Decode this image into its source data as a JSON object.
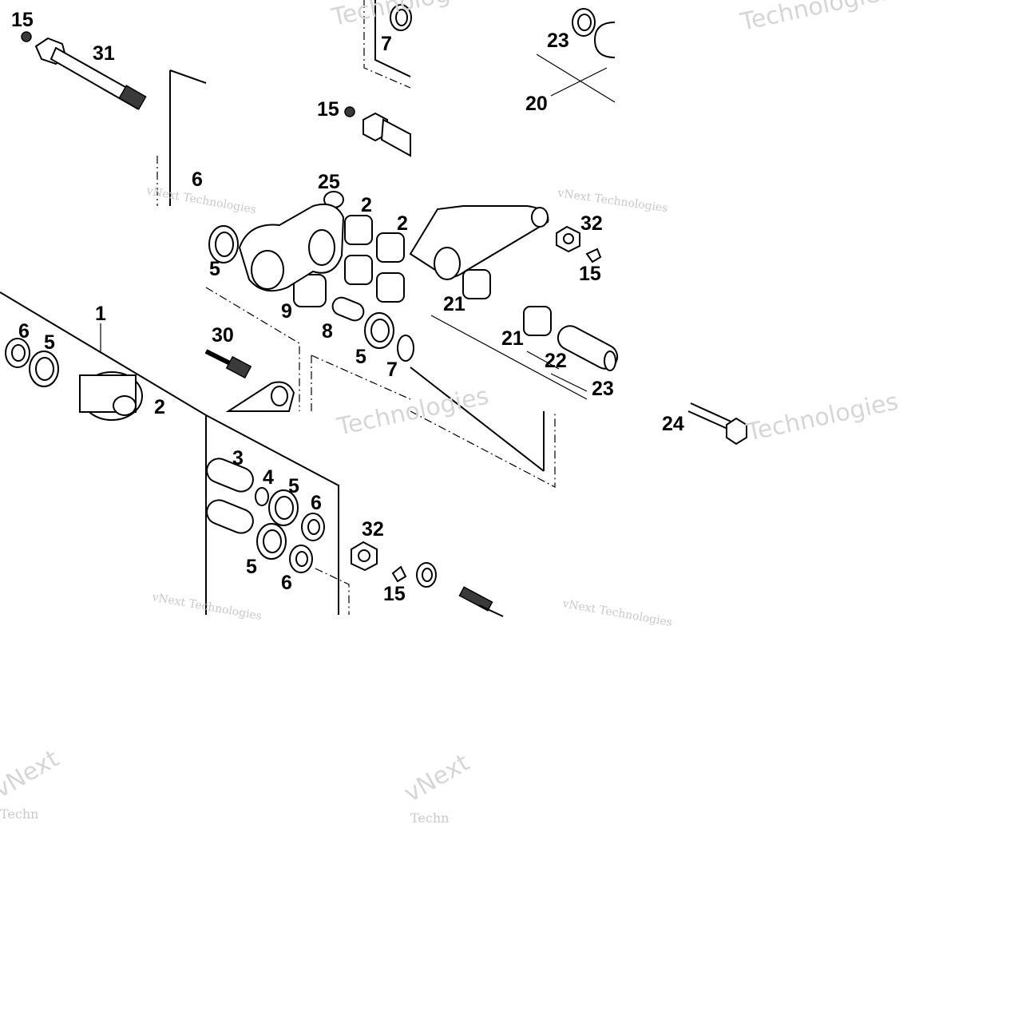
{
  "callouts": [
    {
      "id": "c15a",
      "text": "15"
    },
    {
      "id": "c31",
      "text": "31"
    },
    {
      "id": "c7a",
      "text": "7"
    },
    {
      "id": "c15b",
      "text": "15"
    },
    {
      "id": "c23a",
      "text": "23"
    },
    {
      "id": "c20",
      "text": "20"
    },
    {
      "id": "c6a",
      "text": "6"
    },
    {
      "id": "c25",
      "text": "25"
    },
    {
      "id": "c2a",
      "text": "2"
    },
    {
      "id": "c2b",
      "text": "2"
    },
    {
      "id": "c32a",
      "text": "32"
    },
    {
      "id": "c15c",
      "text": "15"
    },
    {
      "id": "c5a",
      "text": "5"
    },
    {
      "id": "c9",
      "text": "9"
    },
    {
      "id": "c8",
      "text": "8"
    },
    {
      "id": "c21a",
      "text": "21"
    },
    {
      "id": "c21b",
      "text": "21"
    },
    {
      "id": "c1",
      "text": "1"
    },
    {
      "id": "c6b",
      "text": "6"
    },
    {
      "id": "c5b",
      "text": "5"
    },
    {
      "id": "c30",
      "text": "30"
    },
    {
      "id": "c5c",
      "text": "5"
    },
    {
      "id": "c7b",
      "text": "7"
    },
    {
      "id": "c22",
      "text": "22"
    },
    {
      "id": "c23b",
      "text": "23"
    },
    {
      "id": "c2c",
      "text": "2"
    },
    {
      "id": "c24",
      "text": "24"
    },
    {
      "id": "c3",
      "text": "3"
    },
    {
      "id": "c4",
      "text": "4"
    },
    {
      "id": "c5d",
      "text": "5"
    },
    {
      "id": "c6c",
      "text": "6"
    },
    {
      "id": "c32b",
      "text": "32"
    },
    {
      "id": "c5e",
      "text": "5"
    },
    {
      "id": "c6d",
      "text": "6"
    },
    {
      "id": "c15d",
      "text": "15"
    }
  ],
  "watermarks": {
    "small": "vNext Technologies",
    "big": "Technologies",
    "tokens": [
      "vNext",
      "Techn",
      "ologies",
      "Techno",
      "Techno"
    ]
  },
  "colors": {
    "line": "#000000",
    "background": "#ffffff",
    "watermark": "#c9c9c9"
  }
}
